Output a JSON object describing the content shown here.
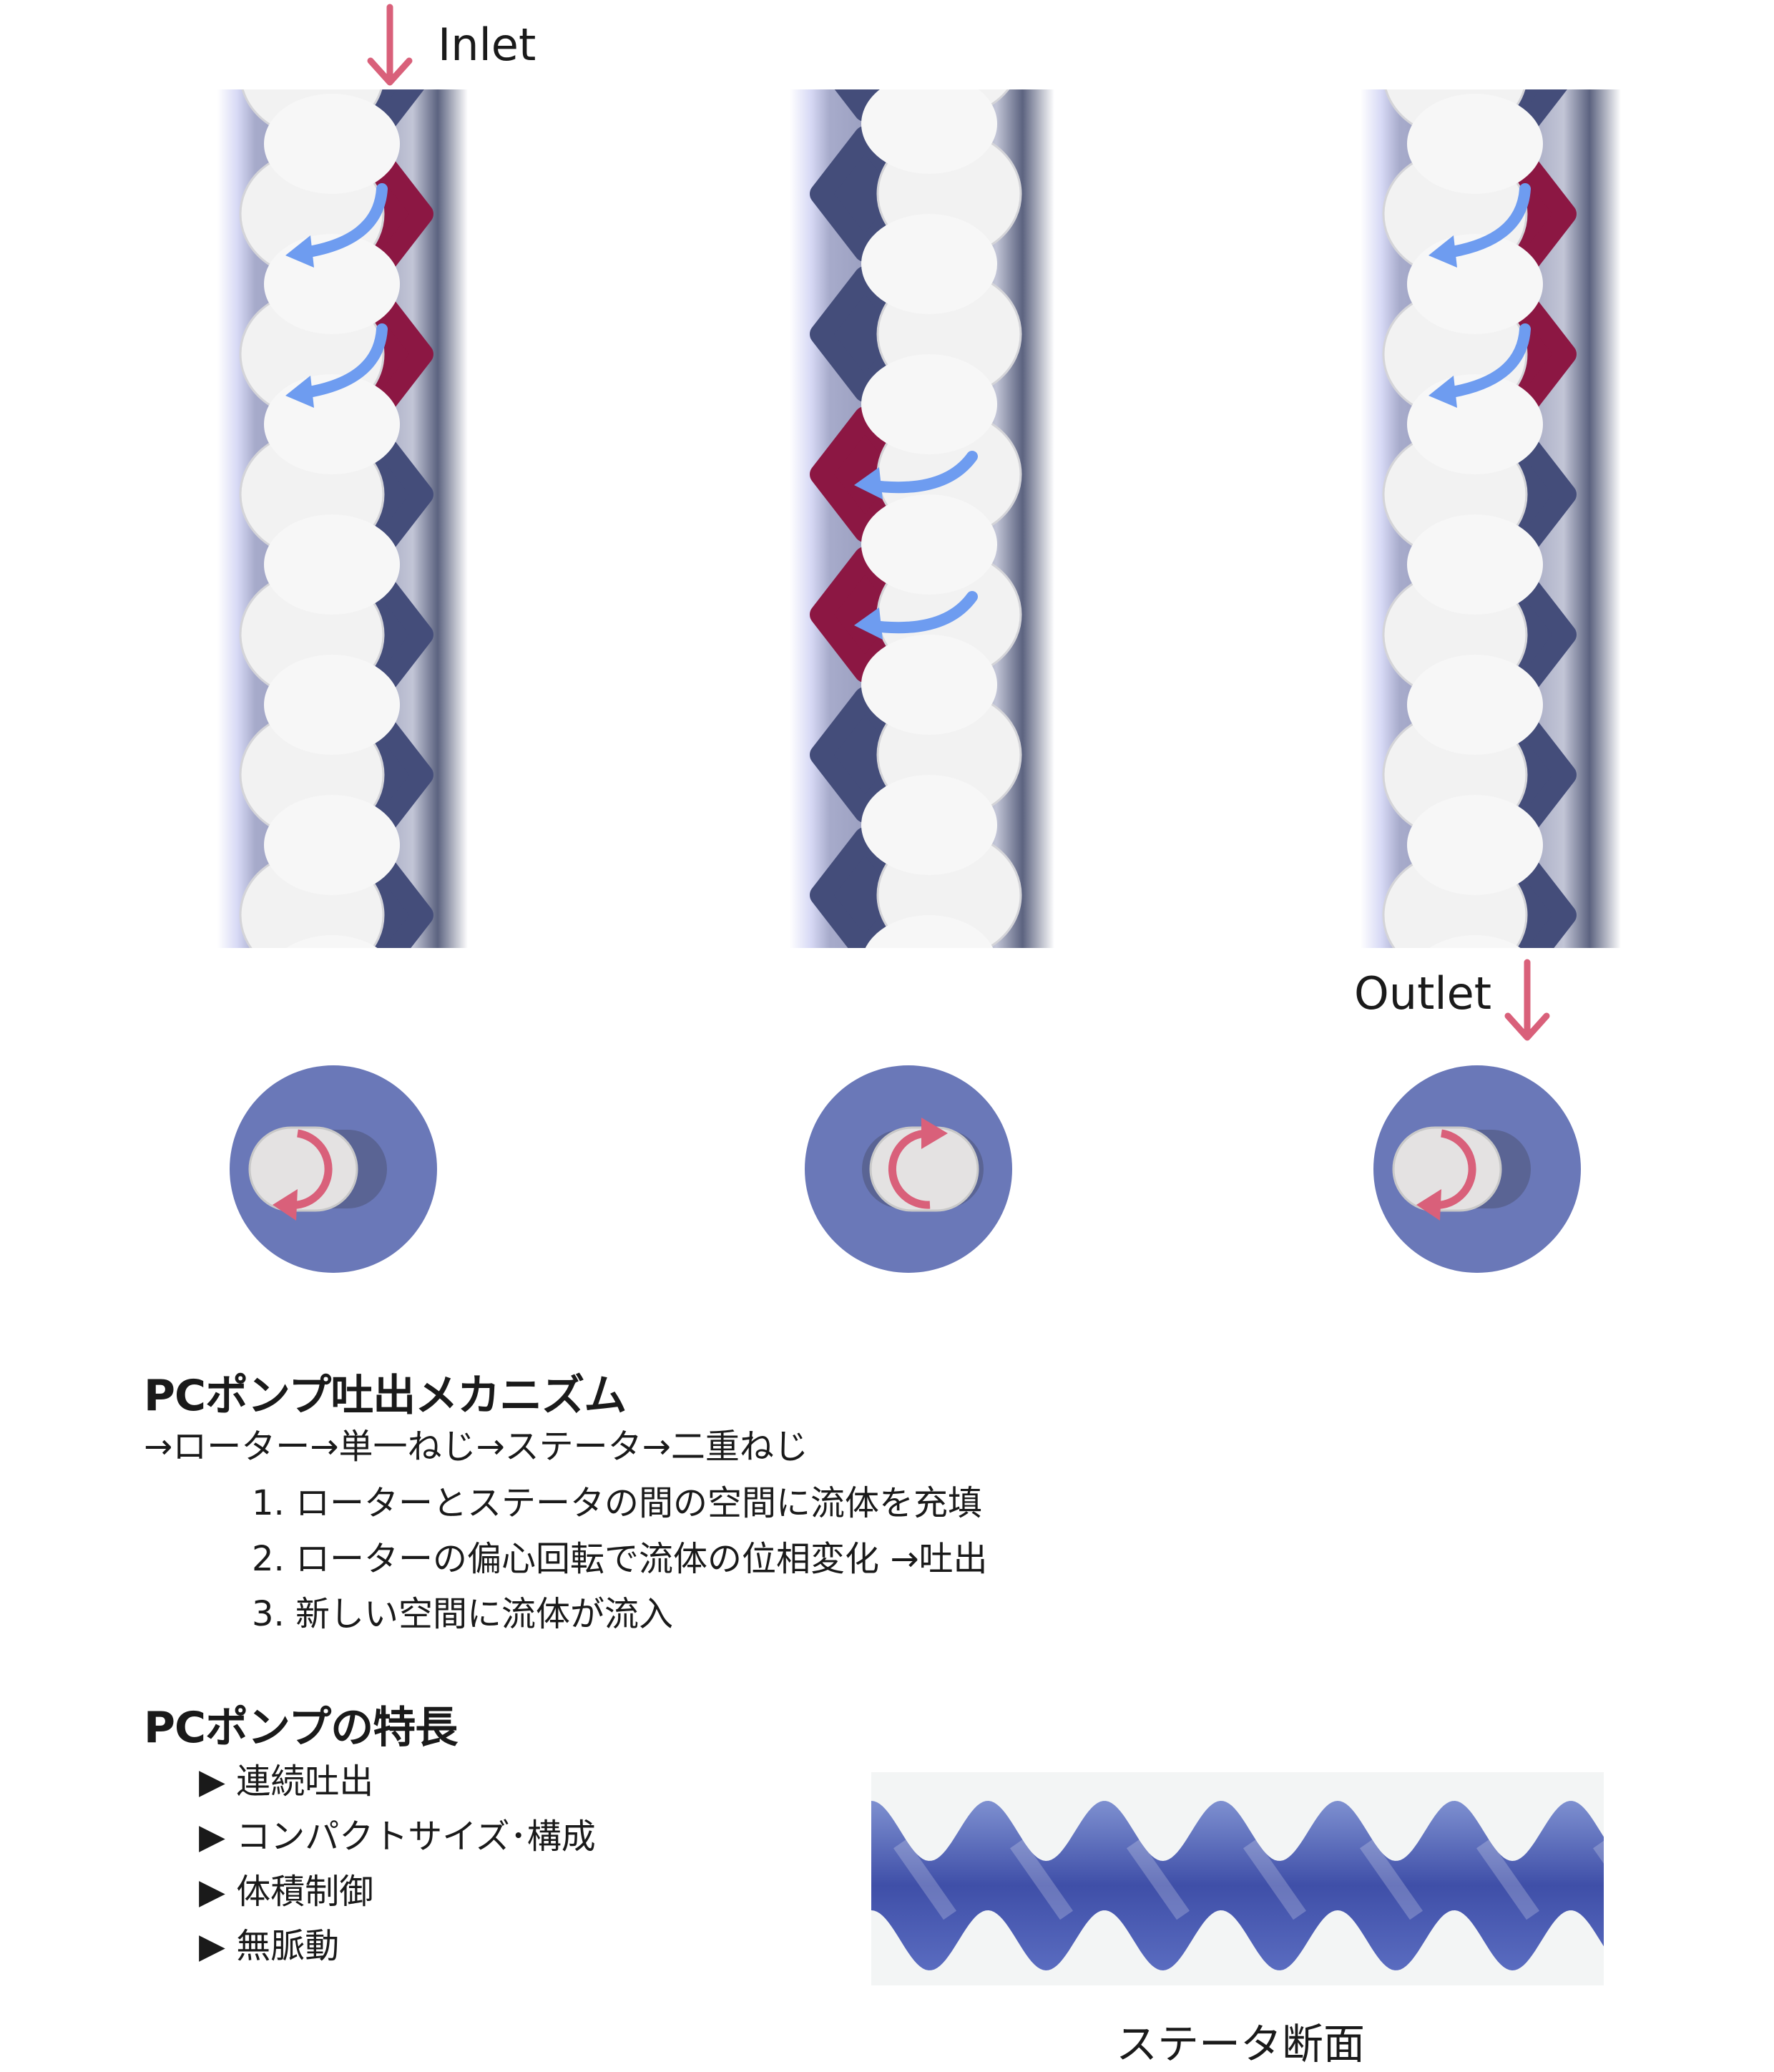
{
  "labels": {
    "inlet": "Inlet",
    "outlet": "Outlet"
  },
  "mechanism": {
    "title": "PCポンプ吐出メカニズム",
    "subtitle": "→ローター→単一ねじ→ステータ→二重ねじ",
    "steps": [
      "1.  ローターとステータの間の空間に流体を充填",
      "2.  ローターの偏心回転で流体の位相変化 →吐出",
      "3.  新しい空間に流体が流入"
    ]
  },
  "features": {
    "title": "PCポンプの特長",
    "items": [
      "連続吐出",
      "コンパクトサイズ･構成",
      "体積制御",
      "無脈動"
    ]
  },
  "stator_caption": "ステータ断面",
  "colors": {
    "arrow": "#d9607a",
    "cavity_fill": "#8c1743",
    "cavity_empty": "#444d7a",
    "stator_disc": "#6a78b8",
    "flow_arrow": "#6e9cf0"
  }
}
